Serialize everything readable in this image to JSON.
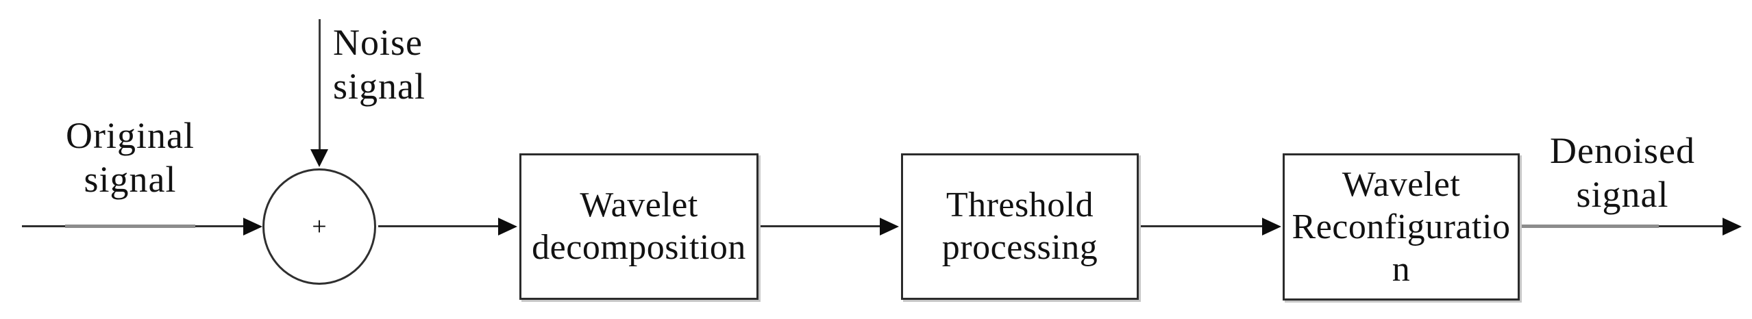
{
  "colors": {
    "background": "#ffffff",
    "line": "#2e2e2e",
    "line_highlight_grey": "#8c8c8c",
    "arrowhead": "#0d0d0d",
    "box_border": "#2b2b2b",
    "box_shadow_grey": "#999999",
    "text": "#121212"
  },
  "labels": {
    "original_signal": {
      "lines": [
        "Original",
        "signal"
      ]
    },
    "noise_signal": {
      "lines": [
        "Noise",
        "signal"
      ]
    },
    "denoised_signal": {
      "lines": [
        "Denoised",
        "signal"
      ]
    }
  },
  "summing_junction": {
    "operator": "+"
  },
  "boxes": [
    {
      "name": "wavelet-decomposition",
      "lines": [
        "Wavelet",
        "decomposition"
      ]
    },
    {
      "name": "threshold-processing",
      "lines": [
        "Threshold",
        "processing"
      ]
    },
    {
      "name": "wavelet-reconfiguration",
      "lines": [
        "Wavelet",
        "Reconfiguratio",
        "n"
      ]
    }
  ]
}
